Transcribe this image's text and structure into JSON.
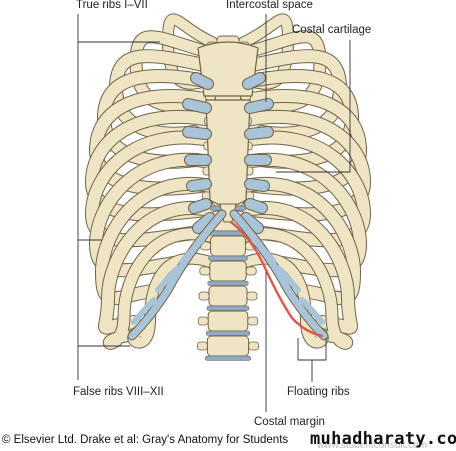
{
  "labels": {
    "true_ribs": "True ribs I–VII",
    "intercostal_space": "Intercostal space",
    "costal_cartilage": "Costal cartilage",
    "false_ribs": "False ribs VIII–XII",
    "floating_ribs": "Floating ribs",
    "costal_margin": "Costal margin"
  },
  "credit": "© Elsevier Ltd. Drake et al: Gray's Anatomy for Students",
  "site": "muhadharaty.com",
  "watermark": "www.studentconsult.com",
  "colors": {
    "bone": "#efe4c4",
    "bone_outline": "#6f6449",
    "cartilage": "#a9c3d9",
    "disc": "#8fa9c6",
    "costal_margin": "#d9584e",
    "leader_line": "#333333"
  }
}
